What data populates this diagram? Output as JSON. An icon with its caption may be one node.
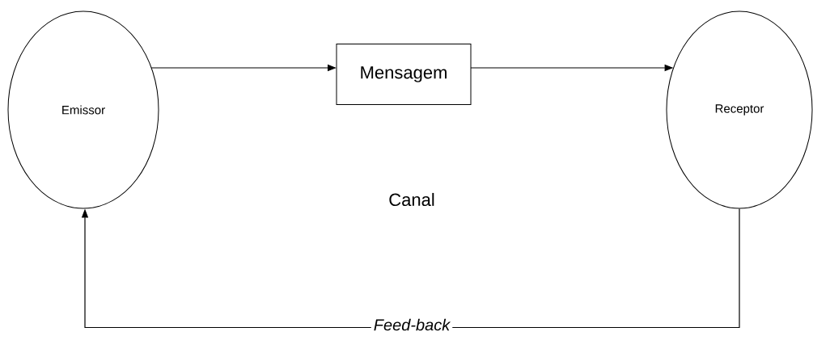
{
  "diagram": {
    "nodes": [
      {
        "text": [
          "Emissor"
        ]
      },
      {
        "text": [
          "Mensagem"
        ]
      },
      {
        "text": [
          "Receptor"
        ]
      }
    ],
    "edges": [
      {
        "from": 0,
        "to": 1,
        "arrow": "to"
      },
      {
        "from": 1,
        "to": 2,
        "arrow": "to"
      },
      {
        "from": 2,
        "to": 0,
        "arrow": "to",
        "label": "Feed-back"
      }
    ],
    "labels": [
      "Canal"
    ]
  }
}
